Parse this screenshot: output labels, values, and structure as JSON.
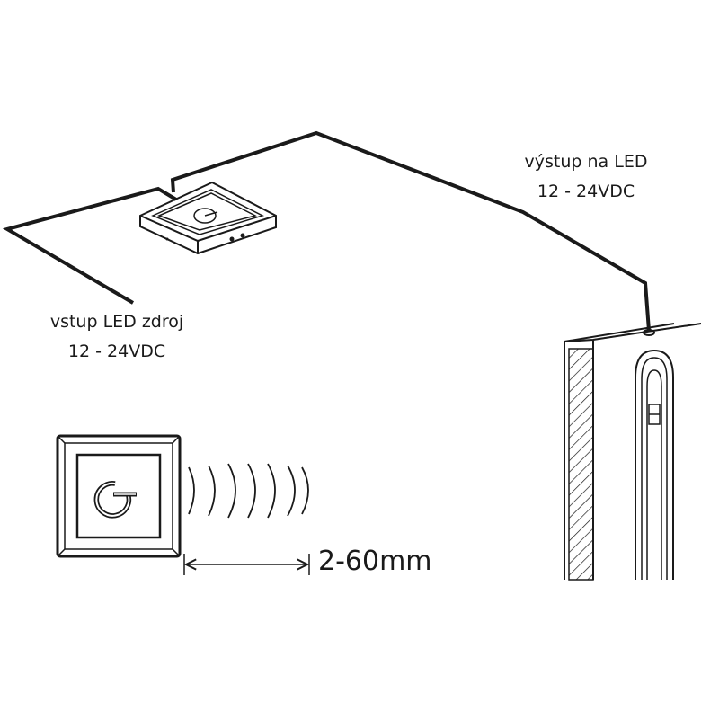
{
  "labels": {
    "output_line1": "výstup na LED",
    "output_line2": "12 - 24VDC",
    "input_line1": "vstup LED zdroj",
    "input_line2": "12 - 24VDC",
    "distance": "2-60mm"
  },
  "icons": {
    "sensor_power_icon": "power-icon",
    "sensor_front_power_icon": "power-icon",
    "signal_waves": "wave-arcs"
  },
  "colors": {
    "line": "#1a1a1a",
    "background": "#ffffff"
  }
}
